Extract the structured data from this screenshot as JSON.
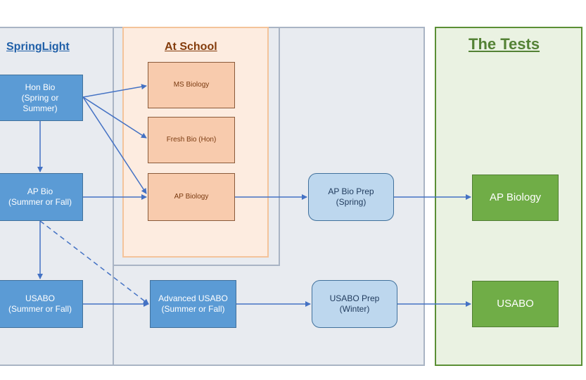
{
  "regions": {
    "springlight": {
      "title": "SpringLight"
    },
    "at_school": {
      "title": "At School"
    },
    "tests": {
      "title": "The Tests"
    }
  },
  "nodes": {
    "hon_bio": "Hon Bio\n(Spring or\nSummer)",
    "ap_bio": "AP Bio\n(Summer or Fall)",
    "usabo_course": "USABO\n(Summer or Fall)",
    "ms_biology": "MS Biology",
    "fresh_bio": "Fresh Bio (Hon)",
    "ap_biology_school": "AP Biology",
    "advanced_usabo": "Advanced USABO\n(Summer or Fall)",
    "ap_bio_prep": "AP Bio Prep\n(Spring)",
    "usabo_prep": "USABO Prep\n(Winter)",
    "test_ap_biology": "AP Biology",
    "test_usabo": "USABO"
  },
  "colors": {
    "springlight_title": "#1f5fa8",
    "school_title": "#843c0c",
    "tests_title": "#548235",
    "arrow": "#4472c4"
  }
}
